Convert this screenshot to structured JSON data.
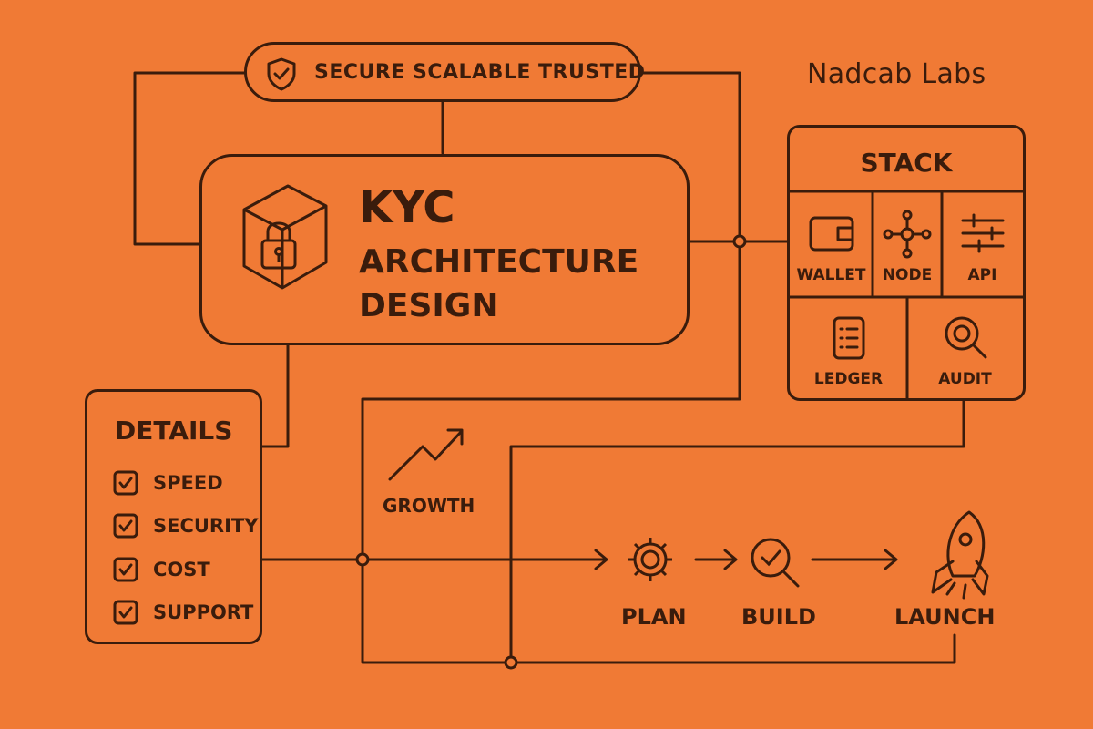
{
  "header": {
    "tagline": "SECURE SCALABLE TRUSTED",
    "brand": "Nadcab Labs"
  },
  "main": {
    "line1": "KYC",
    "line2": "ARCHITECTURE",
    "line3": "DESIGN"
  },
  "stack": {
    "title": "STACK",
    "items": [
      {
        "label": "WALLET",
        "icon": "wallet-icon"
      },
      {
        "label": "NODE",
        "icon": "node-icon"
      },
      {
        "label": "API",
        "icon": "sliders-icon"
      },
      {
        "label": "LEDGER",
        "icon": "ledger-icon"
      },
      {
        "label": "AUDIT",
        "icon": "audit-icon"
      }
    ]
  },
  "details": {
    "title": "DETAILS",
    "items": [
      "SPEED",
      "SECURITY",
      "COST",
      "SUPPORT"
    ]
  },
  "growth": {
    "label": "GROWTH"
  },
  "flow": {
    "steps": [
      "PLAN",
      "BUILD",
      "LAUNCH"
    ]
  },
  "colors": {
    "background": "#f07a35",
    "ink": "#3a1c0c"
  }
}
